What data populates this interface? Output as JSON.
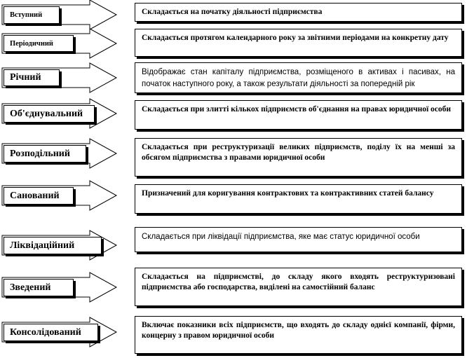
{
  "rows": [
    {
      "type": "Вступний",
      "description": "Складається на початку діяльності підприємства"
    },
    {
      "type": "Періодичний",
      "description": "Складається протягом календарного року за звітними періодами на конкретну дату"
    },
    {
      "type": "Річний",
      "description": "Відображає стан капіталу підприємства, розміщеного в активах і пасивах, на початок наступного року, а також результати діяльності за попередній рік"
    },
    {
      "type": "Об'єднувальний",
      "description": "Складається при злитті кількох підприємств об'єднання на правах юридичної особи"
    },
    {
      "type": "Розподільний",
      "description": "Складається при реструктуризації великих підприємств, поділу їх на менші за обсягом підприємства з правами юридичної особи"
    },
    {
      "type": "Санований",
      "description": "Призначений для коригування контрактових та контрактивних статей балансу"
    },
    {
      "type": "Ліквідаційний",
      "description": "Складається при ліквідації підприємства, яке має статус юридичної особи"
    },
    {
      "type": "Зведений",
      "description": "Складається на підприємстві, до складу якого входять реструктуризовані підприємства або господарства, виділені на самостійний баланс"
    },
    {
      "type": "Консолідований",
      "description": "Включає показники всіх підприємств, що входять до складу однієї компанії, фірми, концерну з правом юридичної особи"
    }
  ]
}
